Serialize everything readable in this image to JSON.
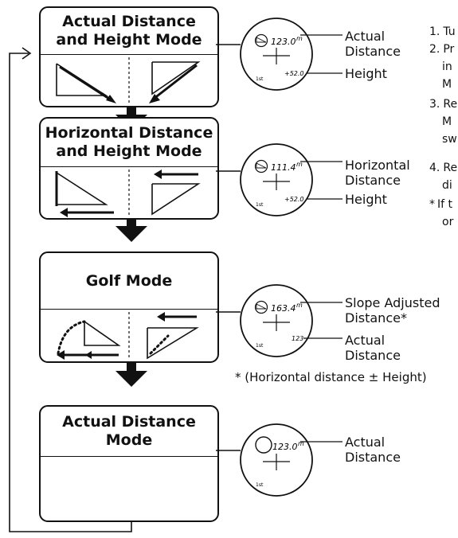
{
  "modes": [
    {
      "title": "Actual Distance\nand Height Mode",
      "display": {
        "main": "123.0",
        "unit": "m",
        "sub": "+52.0",
        "tag": "1st"
      },
      "labels": [
        "Actual\nDistance",
        "Height"
      ]
    },
    {
      "title": "Horizontal Distance\nand Height Mode",
      "display": {
        "main": "111.4",
        "unit": "m",
        "sub": "+52.0",
        "tag": "1st"
      },
      "labels": [
        "Horizontal\nDistance",
        "Height"
      ]
    },
    {
      "title": "Golf Mode",
      "display": {
        "main": "163.4",
        "unit": "m",
        "sub": "123",
        "tag": "1st"
      },
      "labels": [
        "Slope Adjusted\nDistance*",
        "Actual\nDistance"
      ]
    },
    {
      "title": "Actual Distance\nMode",
      "display": {
        "main": "123.0",
        "unit": "m",
        "tag": "1st"
      },
      "labels": [
        "Actual\nDistance"
      ]
    }
  ],
  "footnote": "* (Horizontal distance ± Height)",
  "instructions": [
    {
      "num": "1.",
      "text": "Tu"
    },
    {
      "num": "2.",
      "text": "Pr"
    },
    {
      "num": "",
      "text": "in"
    },
    {
      "num": "",
      "text": "M"
    },
    {
      "num": "3.",
      "text": "Re"
    },
    {
      "num": "",
      "text": "M"
    },
    {
      "num": "",
      "text": "sw"
    },
    {
      "num": "4.",
      "text": "Re"
    },
    {
      "num": "",
      "text": "di"
    },
    {
      "num": "*",
      "text": "If t"
    },
    {
      "num": "",
      "text": "or"
    }
  ]
}
